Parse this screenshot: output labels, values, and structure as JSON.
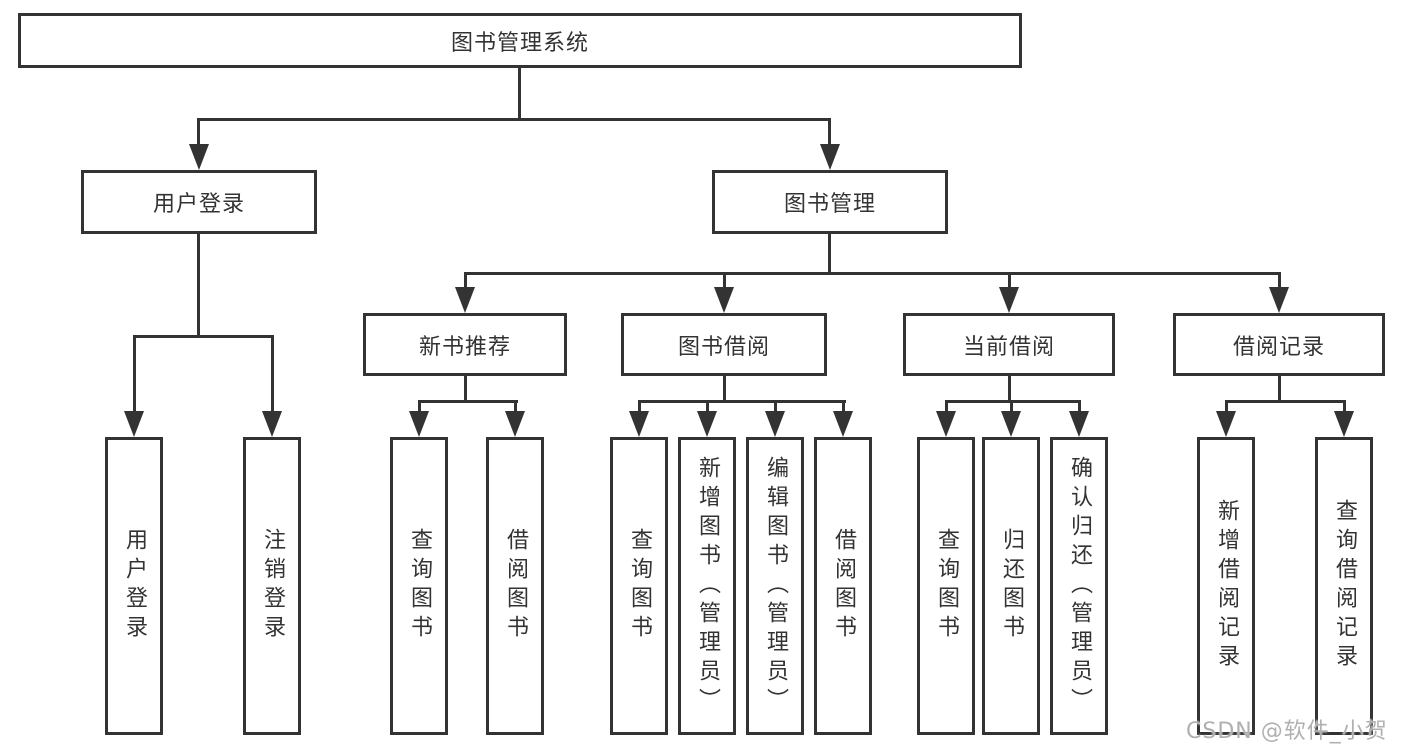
{
  "colors": {
    "line": "#333333",
    "border": "#333333",
    "text": "#333333",
    "watermark": "#b0b0b0",
    "background": "#ffffff"
  },
  "diagram": {
    "root": {
      "label": "图书管理系统"
    },
    "branches": [
      {
        "label": "用户登录",
        "children": [
          {
            "label": "用户登录"
          },
          {
            "label": "注销登录"
          }
        ]
      },
      {
        "label": "图书管理",
        "children": [
          {
            "label": "新书推荐",
            "children": [
              {
                "label": "查询图书"
              },
              {
                "label": "借阅图书"
              }
            ]
          },
          {
            "label": "图书借阅",
            "children": [
              {
                "label": "查询图书"
              },
              {
                "label": "新增图书（管理员）"
              },
              {
                "label": "编辑图书（管理员）"
              },
              {
                "label": "借阅图书"
              }
            ]
          },
          {
            "label": "当前借阅",
            "children": [
              {
                "label": "查询图书"
              },
              {
                "label": "归还图书"
              },
              {
                "label": "确认归还（管理员）"
              }
            ]
          },
          {
            "label": "借阅记录",
            "children": [
              {
                "label": "新增借阅记录"
              },
              {
                "label": "查询借阅记录"
              }
            ]
          }
        ]
      }
    ]
  },
  "watermark": "CSDN @软件_小贺同学"
}
